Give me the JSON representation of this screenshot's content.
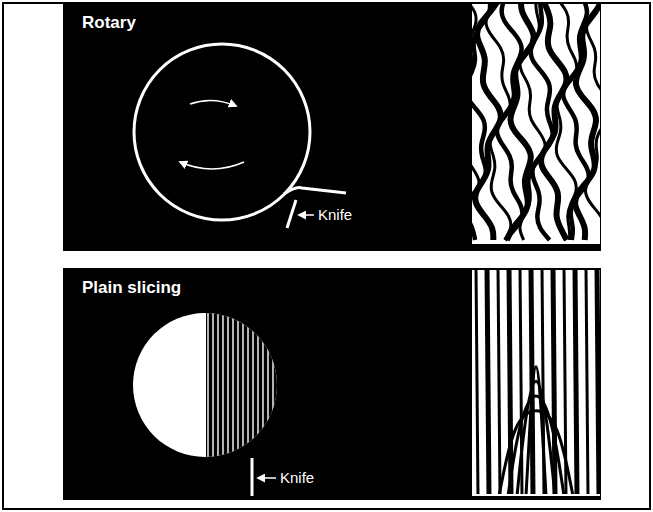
{
  "diagram": {
    "labels": [
      "Rotary",
      "Knife",
      "Plain slicing",
      "Knife"
    ]
  }
}
